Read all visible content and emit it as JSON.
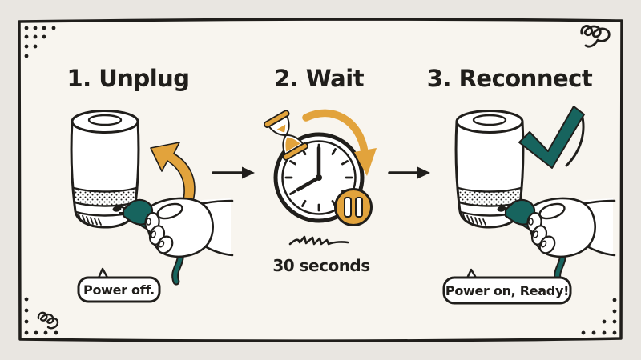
{
  "scene": {
    "type": "hand-drawn instructional illustration",
    "subject": "Restart a smart speaker by power cycling",
    "clock_time": "8:00"
  },
  "steps": [
    {
      "title": "1. Unplug",
      "speech_bubble": "Power off.",
      "icons": [
        "smart-speaker",
        "hand-pulling-plug",
        "curved-arrow-up-left",
        "speech-bubble"
      ]
    },
    {
      "title": "2. Wait",
      "caption": "30 seconds",
      "icons": [
        "hourglass",
        "analog-clock",
        "clockwise-curved-arrow",
        "pause-button",
        "scribble-line"
      ]
    },
    {
      "title": "3. Reconnect",
      "speech_bubble": "Power on, Ready!",
      "icons": [
        "smart-speaker",
        "hand-inserting-plug",
        "checkmark",
        "speech-bubble"
      ]
    }
  ],
  "connectors": [
    {
      "icon": "right-arrow"
    },
    {
      "icon": "right-arrow"
    }
  ],
  "decorations": [
    "corner-dots-top-left",
    "squiggle-top-right",
    "corner-dots-bottom-left",
    "squiggle-bottom-left",
    "corner-dots-bottom-right",
    "hand-drawn-frame"
  ],
  "colors": {
    "ink": "#201e1b",
    "paper": "#f8f5ef",
    "canvas": "#e9e6e1",
    "orange": "#e2a33c",
    "teal": "#17645e",
    "white": "#ffffff"
  }
}
